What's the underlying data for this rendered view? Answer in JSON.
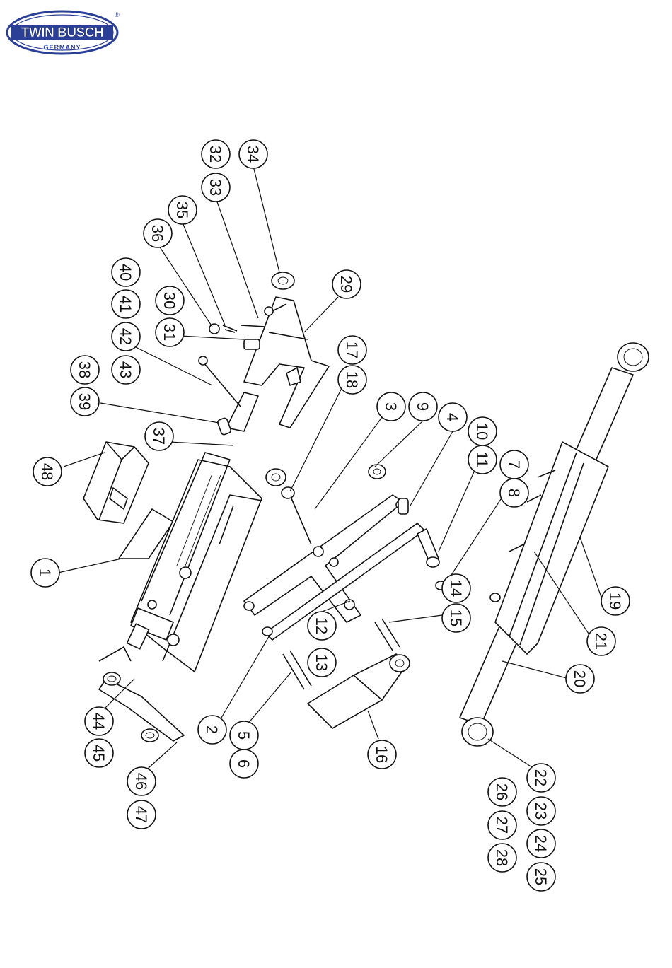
{
  "brand": {
    "name": "TWIN BUSCH",
    "subtitle": "GERMANY",
    "registered": "®",
    "colors": {
      "primary": "#2b3f97",
      "outline": "#1b2a72",
      "text": "#ffffff"
    }
  },
  "callouts": [
    {
      "label": "1"
    },
    {
      "label": "2"
    },
    {
      "label": "3"
    },
    {
      "label": "4"
    },
    {
      "label": "5"
    },
    {
      "label": "6"
    },
    {
      "label": "7"
    },
    {
      "label": "8"
    },
    {
      "label": "9"
    },
    {
      "label": "10"
    },
    {
      "label": "11"
    },
    {
      "label": "12"
    },
    {
      "label": "13"
    },
    {
      "label": "14"
    },
    {
      "label": "15"
    },
    {
      "label": "16"
    },
    {
      "label": "17"
    },
    {
      "label": "18"
    },
    {
      "label": "19"
    },
    {
      "label": "20"
    },
    {
      "label": "21"
    },
    {
      "label": "22"
    },
    {
      "label": "23"
    },
    {
      "label": "24"
    },
    {
      "label": "25"
    },
    {
      "label": "26"
    },
    {
      "label": "27"
    },
    {
      "label": "28"
    },
    {
      "label": "29"
    },
    {
      "label": "30"
    },
    {
      "label": "31"
    },
    {
      "label": "32"
    },
    {
      "label": "33"
    },
    {
      "label": "34"
    },
    {
      "label": "35"
    },
    {
      "label": "36"
    },
    {
      "label": "37"
    },
    {
      "label": "38"
    },
    {
      "label": "39"
    },
    {
      "label": "40"
    },
    {
      "label": "41"
    },
    {
      "label": "42"
    },
    {
      "label": "43"
    },
    {
      "label": "44"
    },
    {
      "label": "45"
    },
    {
      "label": "46"
    },
    {
      "label": "47"
    },
    {
      "label": "48"
    }
  ]
}
